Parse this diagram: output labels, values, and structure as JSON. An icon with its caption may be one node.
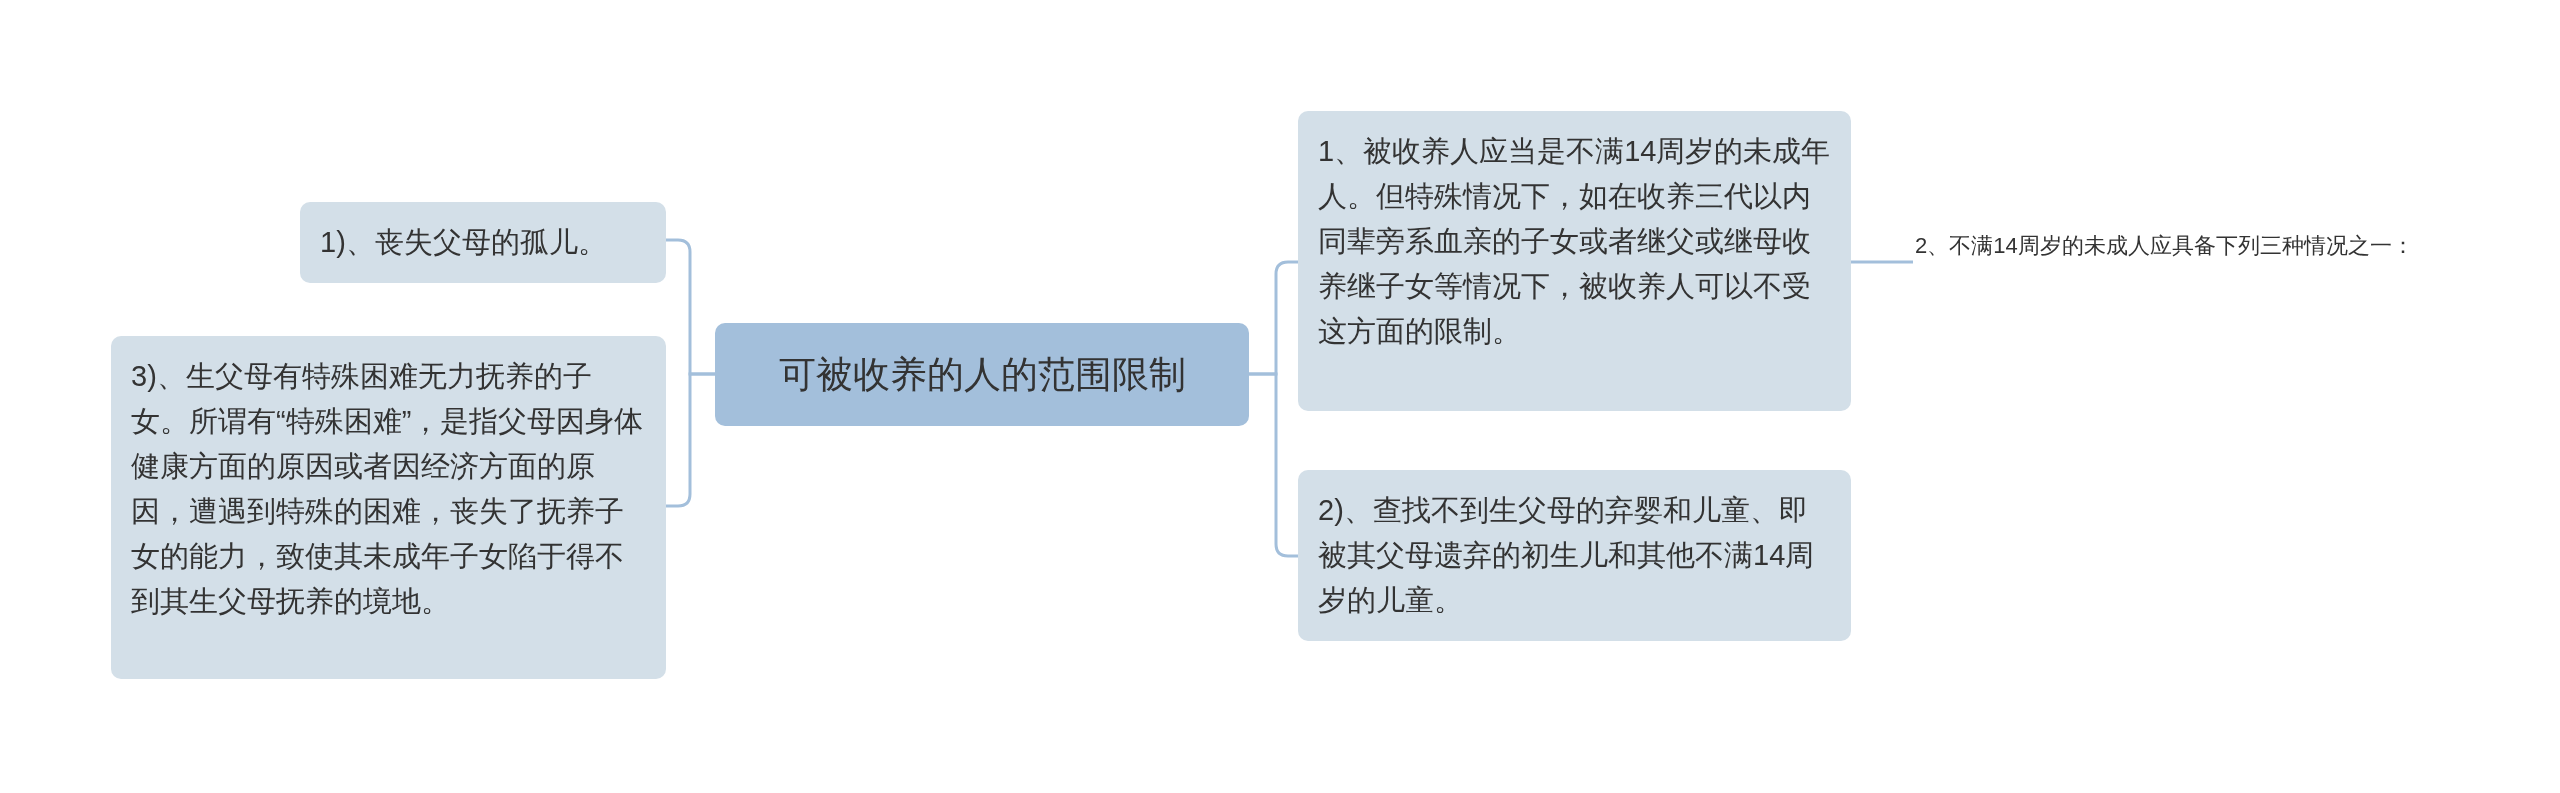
{
  "diagram": {
    "nodes": [
      {
        "text": [
          "可被收养的人的范围限制"
        ]
      },
      {
        "text": [
          "1)、丧失父母的孤儿。"
        ]
      },
      {
        "text": [
          "3)、生父母有特殊困难无力抚养的子女。所谓有“特殊困难”，是指父母因身体健康方面的原因或者因经济方面的原因，遭遇到特殊的困难，丧失了抚养子女的能力，致使其未成年子女陷于得不到其生父母抚养的境地。"
        ]
      },
      {
        "text": [
          "1、被收养人应当是不满14周岁的未成年人。但特殊情况下，如在收养三代以内同辈旁系血亲的子女或者继父或继母收养继子女等情况下，被收养人可以不受这方面的限制。"
        ]
      },
      {
        "text": [
          "2)、查找不到生父母的弃婴和儿童、即被其父母遗弃的初生儿和其他不满14周岁的儿童。"
        ]
      },
      {
        "text": [
          "2、不满14周岁的未成人应具备下列三种情况之一："
        ]
      }
    ],
    "edges": [
      {
        "from": 0,
        "to": 1,
        "arrow": "none"
      },
      {
        "from": 0,
        "to": 2,
        "arrow": "none"
      },
      {
        "from": 0,
        "to": 3,
        "arrow": "none"
      },
      {
        "from": 0,
        "to": 4,
        "arrow": "none"
      },
      {
        "from": 3,
        "to": 5,
        "arrow": "none"
      }
    ]
  }
}
